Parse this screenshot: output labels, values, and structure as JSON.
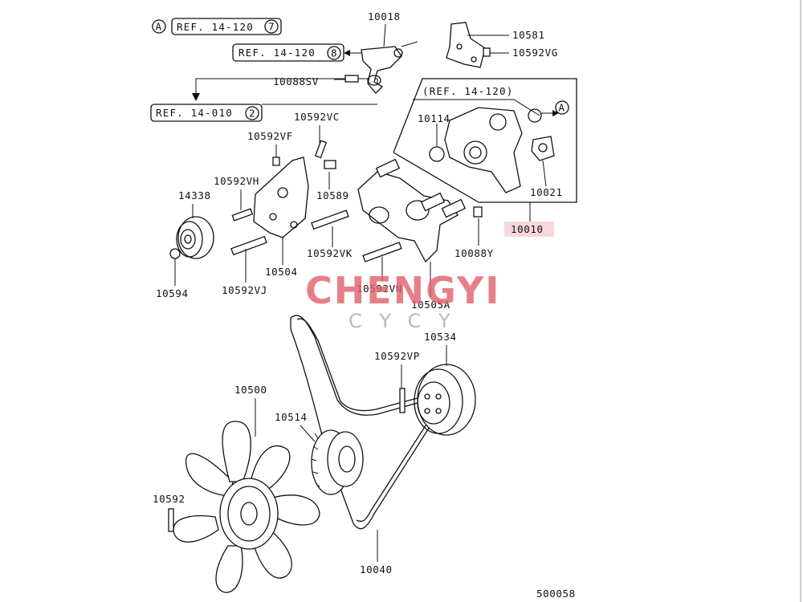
{
  "refs": {
    "a_marker": "A",
    "ref_top": "REF. 14-120",
    "ref_top_num": "7",
    "ref_mid": "REF. 14-120",
    "ref_mid_num": "8",
    "ref_left": "REF. 14-010",
    "ref_left_num": "2",
    "ref_box": "(REF. 14-120)",
    "a_marker_right": "A"
  },
  "parts": {
    "p10018": "10018",
    "p10088sv": "10088SV",
    "p10581": "10581",
    "p10592vg": "10592VG",
    "p10114": "10114",
    "p10021": "10021",
    "p10010": "10010",
    "p10592vc": "10592VC",
    "p10592vf": "10592VF",
    "p10592vh": "10592VH",
    "p10589": "10589",
    "p14338": "14338",
    "p10504": "10504",
    "p10592vk": "10592VK",
    "p10088y": "10088Y",
    "p10594": "10594",
    "p10592vj": "10592VJ",
    "p10592vn": "10592VN",
    "p10505a": "10505A",
    "p10534": "10534",
    "p10592vp": "10592VP",
    "p10500": "10500",
    "p10514": "10514",
    "p10592": "10592",
    "p10040": "10040",
    "diagram_number": "500058"
  },
  "watermark": {
    "brand": "CHENGYI",
    "sub": "CYCY"
  },
  "colors": {
    "highlight": "#f9d7dc",
    "watermark_red": "#e0606a",
    "ink": "#111111"
  }
}
